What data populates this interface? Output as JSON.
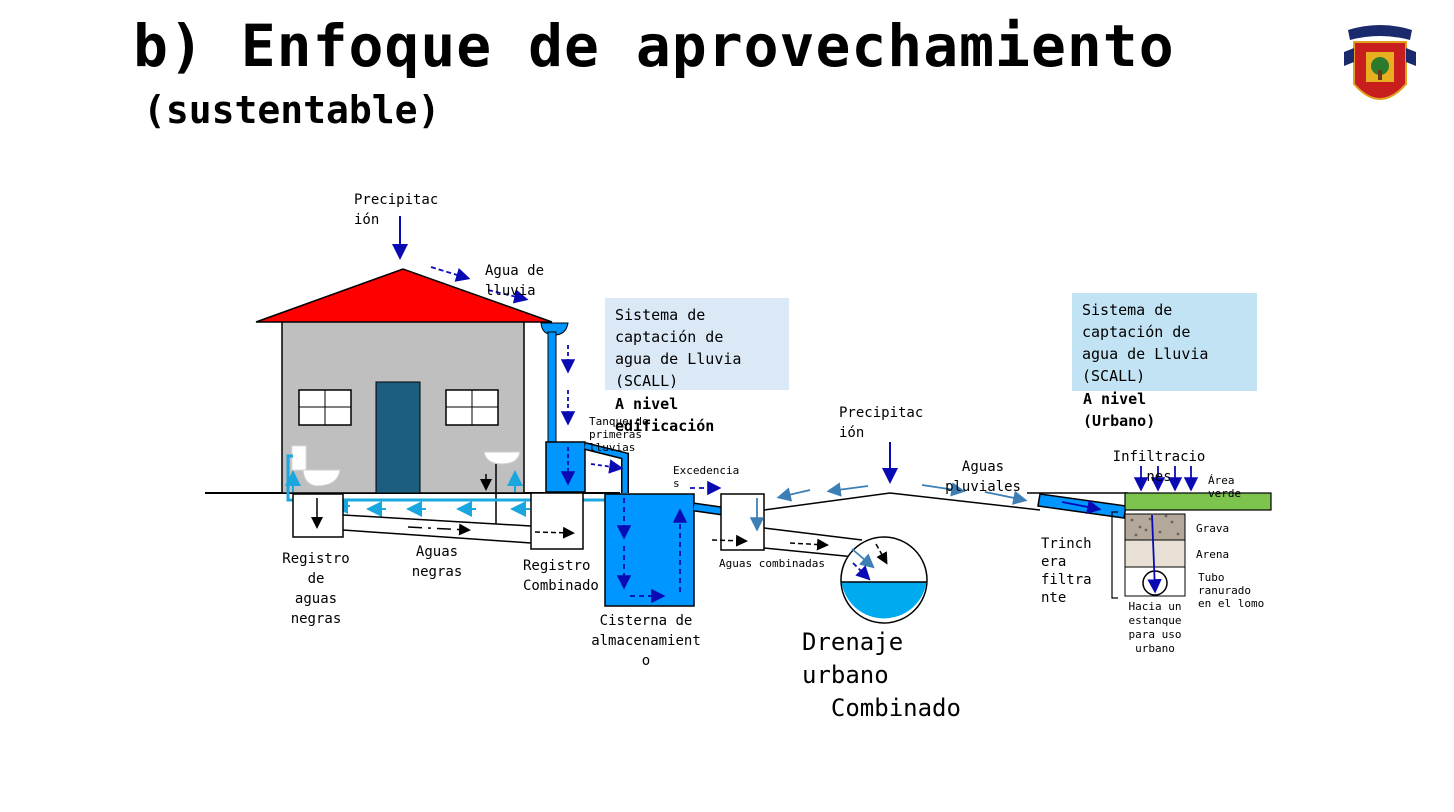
{
  "title": {
    "line1": "b) Enfoque de aprovechamiento",
    "line2": "(sustentable)"
  },
  "labels": {
    "precip1": "Precipitac\nión",
    "agua_lluvia": "Agua de\nlluvia",
    "tanque": "Tanque de\nprimeras\nlluvias",
    "excedencias": "Excedencia\ns",
    "reg_negras": "Registro\nde\naguas\nnegras",
    "aguas_negras": "Aguas\nnegras",
    "reg_combinado": "Registro\nCombinado",
    "aguas_combinadas": "Aguas combinadas",
    "cisterna": "Cisterna de\nalmacenamient\no",
    "drenaje": "Drenaje\nurbano\n  Combinado",
    "precip2": "Precipitac\nión",
    "pluviales": "Aguas\npluviales",
    "infiltraciones": "Infiltracio\nnes",
    "area_verde": "Área\nverde",
    "grava": "Grava",
    "arena": "Arena",
    "tubo": "Tubo\nranurado\nen el lomo",
    "trinchera": "Trinch\nera\nfiltra\nnte",
    "estanque": "Hacia un\nestanque\npara uso\nurbano"
  },
  "boxes": {
    "scall1": "Sistema de\ncaptación de\nagua de Lluvia\n(SCALL)",
    "nivel1": "A nivel\nedificación",
    "scall2": "Sistema de\ncaptación de\nagua de Lluvia\n(SCALL)",
    "nivel2": "A nivel\n(Urbano)"
  },
  "colors": {
    "roof": "#ff0000",
    "wall": "#bfbfbf",
    "door": "#1b5e80",
    "water": "#0096ff",
    "pipe_light": "#1aa7e0",
    "arrow_dark": "#0a0ab4",
    "arrow_teal": "#3d7fb5",
    "grass": "#7dc44f"
  },
  "icons": [
    "toilet-icon",
    "sink-icon",
    "university-crest-icon"
  ]
}
